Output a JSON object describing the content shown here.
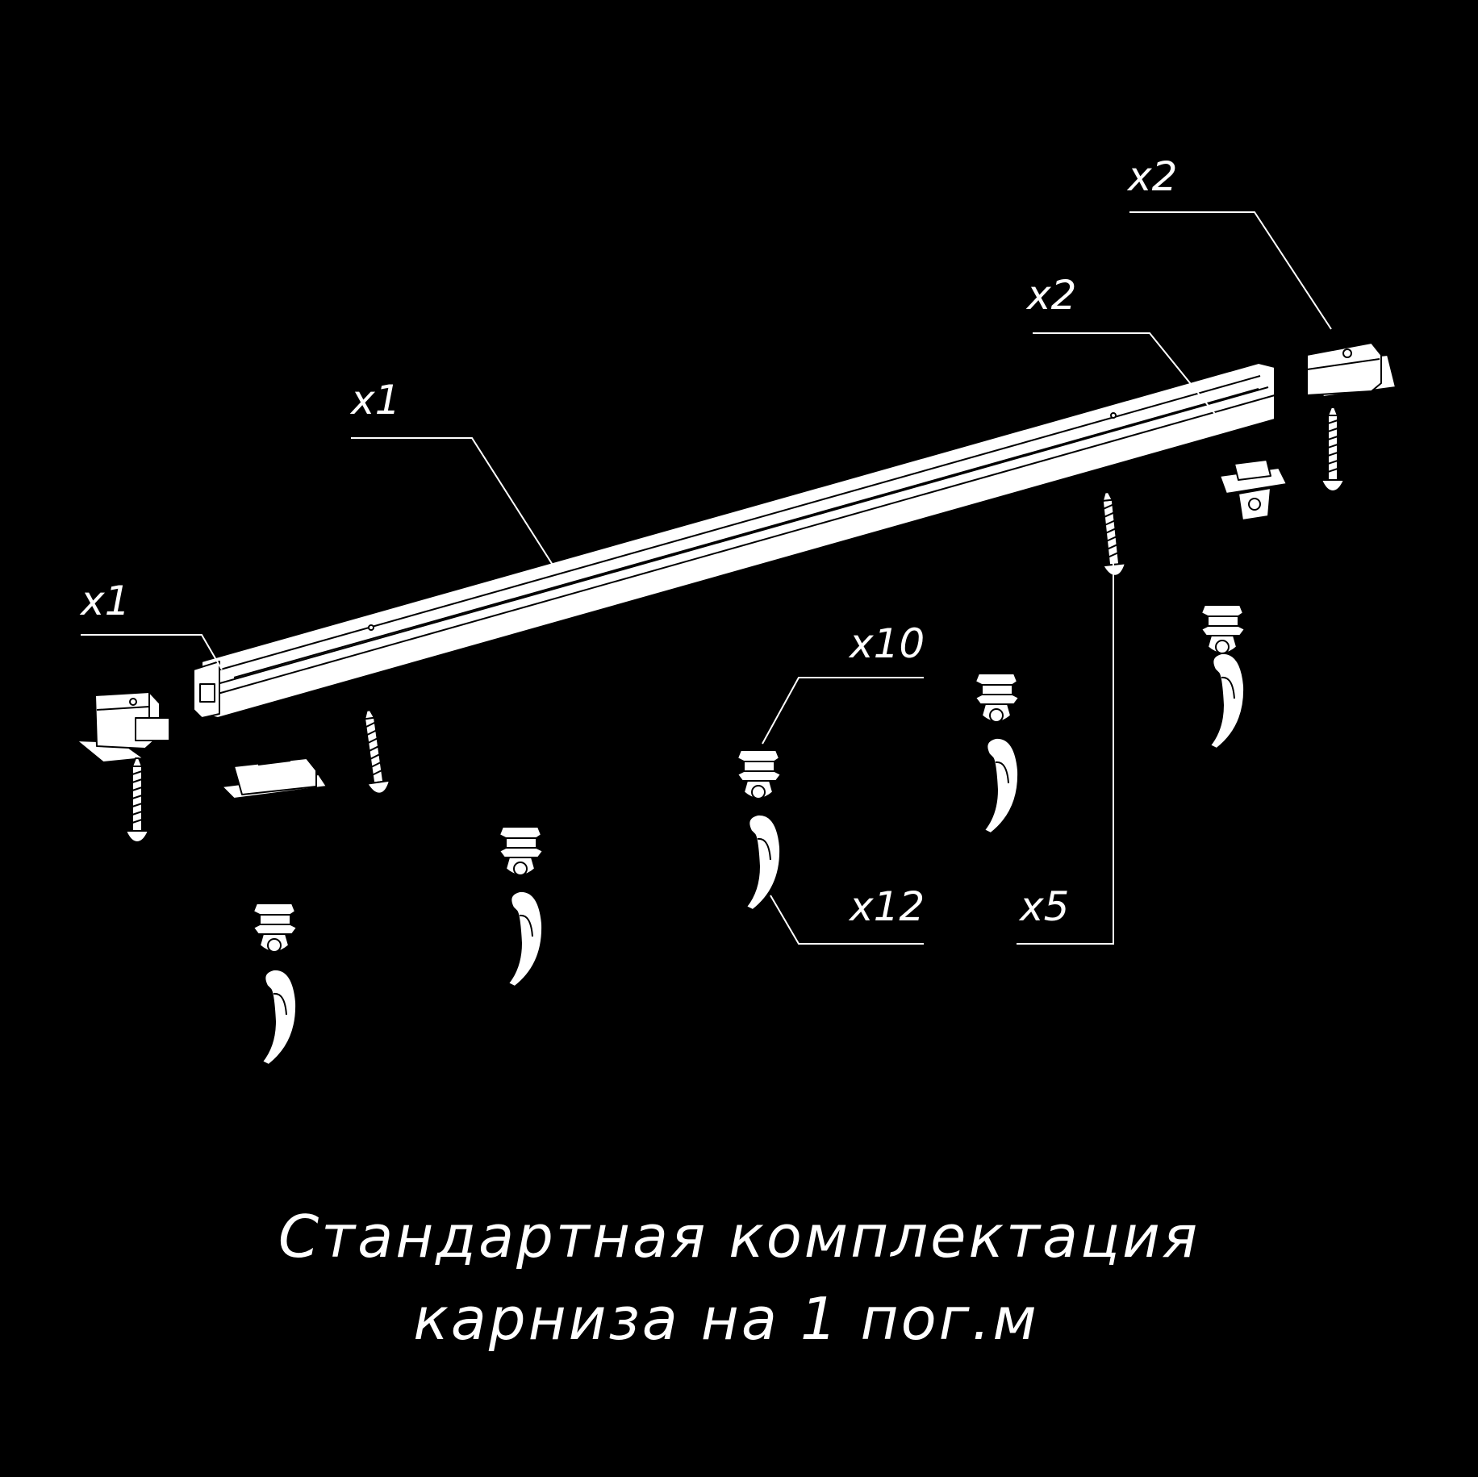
{
  "background_color": "#000000",
  "foreground_color": "#ffffff",
  "labels": {
    "rail": "x1",
    "end_cap": "x1",
    "end_stop": "x2",
    "bracket": "x2",
    "runners": "x10",
    "hooks": "x12",
    "screws": "x5"
  },
  "caption": {
    "line1": "Стандартная комплектация",
    "line2": "карниза на 1 пог.м"
  }
}
